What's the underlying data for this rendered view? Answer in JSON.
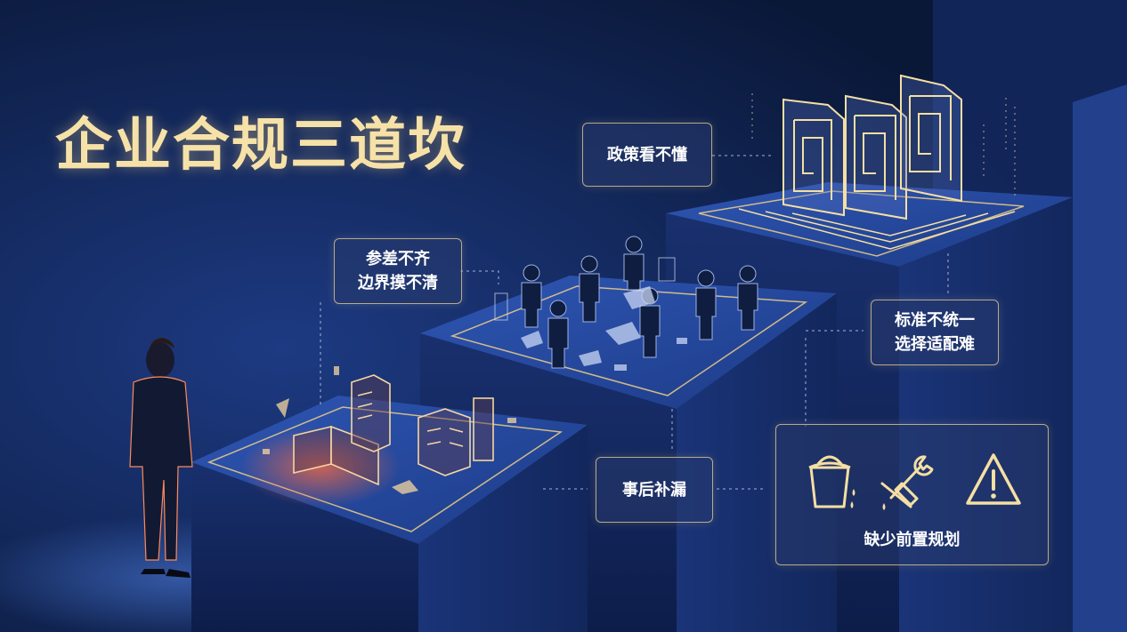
{
  "title": "企业合规三道坎",
  "labels": {
    "policy": "政策看不懂",
    "uneven_line1": "参差不齐",
    "uneven_line2": "边界摸不清",
    "standard_line1": "标准不统一",
    "standard_line2": "选择适配难",
    "remedy": "事后补漏",
    "planning": "缺少前置规划"
  },
  "icons": [
    "bucket-icon",
    "wrench-icon",
    "warning-icon",
    "maze-document-icon",
    "people-figure-icon",
    "buildings-icon",
    "businessman-figure-icon"
  ],
  "colors": {
    "background": "#0b1a3f",
    "title": "#f6e2a8",
    "gold_line": "#f0cf86",
    "warm_glow": "#ff6a3d"
  }
}
